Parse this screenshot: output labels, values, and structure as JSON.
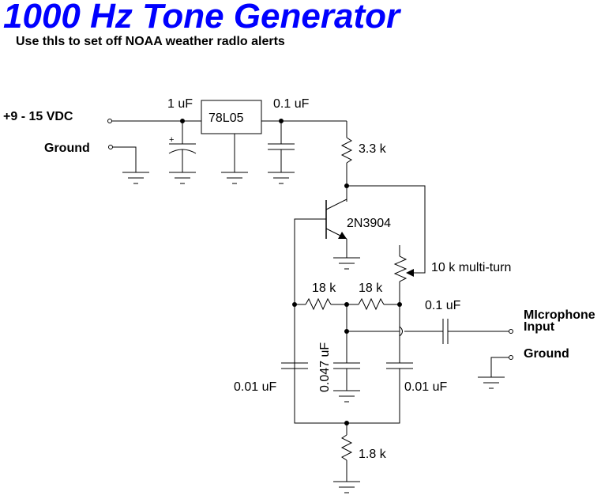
{
  "header": {
    "title": "1000 Hz Tone Generator",
    "subtitle": "Use thls to set off NOAA weather radlo alerts"
  },
  "terminals": {
    "power_in": "+9 - 15 VDC",
    "ground_in": "Ground",
    "mic_line1": "MIcrophone",
    "mic_line2": "Input",
    "ground_out": "Ground"
  },
  "components": {
    "c_input": "1 uF",
    "regulator": "78L05",
    "c_reg_out": "0.1 uF",
    "r_collector": "3.3 k",
    "transistor": "2N3904",
    "pot": "10 k multi-turn",
    "r_left": "18 k",
    "r_right": "18 k",
    "c_output": "0.1 uF",
    "c_left": "0.01 uF",
    "c_mid": "0.047 uF",
    "c_right": "0.01 uF",
    "r_bottom": "1.8 k"
  }
}
